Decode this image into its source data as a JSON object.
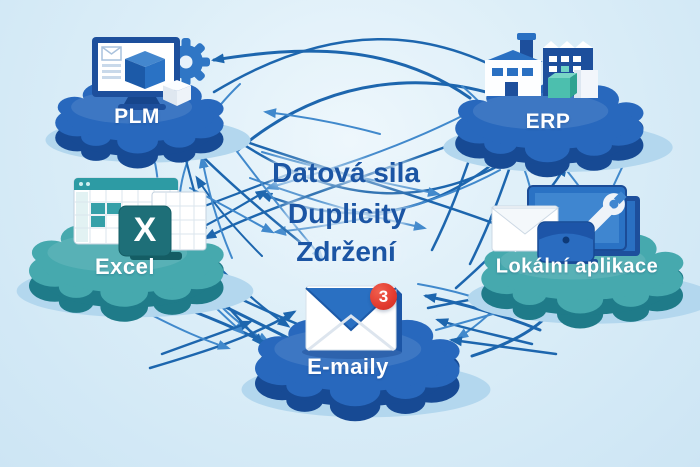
{
  "center_text": {
    "line1": "Datová sila",
    "line2": "Duplicity",
    "line3": "Zdržení"
  },
  "nodes": {
    "plm": {
      "label": "PLM"
    },
    "erp": {
      "label": "ERP"
    },
    "excel": {
      "label": "Excel",
      "icon_letter": "X"
    },
    "local_apps": {
      "label": "Lokální aplikace"
    },
    "emails": {
      "label": "E-maily",
      "badge_count": "3"
    }
  },
  "icons": {
    "plm": "monitor-3d-cube-gear-icon",
    "erp": "factory-icon",
    "excel": "spreadsheet-windows-x-icon",
    "local_apps": "devices-wrench-envelope-briefcase-icon",
    "emails": "envelope-with-notification-icon"
  },
  "colors": {
    "background": "#d9ecf8",
    "arrow_dark": "#1d66ae",
    "arrow_light": "#4189cc",
    "cloud_blue_top": "#2868bd",
    "cloud_blue_side": "#174a94",
    "cloud_teal_top": "#46a9ae",
    "cloud_teal_side": "#1f7b89",
    "cloud_shadow": "#b3d7ee",
    "center_text_blue": "#1b55a4",
    "badge_red": "#e23a2e",
    "label_white": "#ffffff"
  }
}
